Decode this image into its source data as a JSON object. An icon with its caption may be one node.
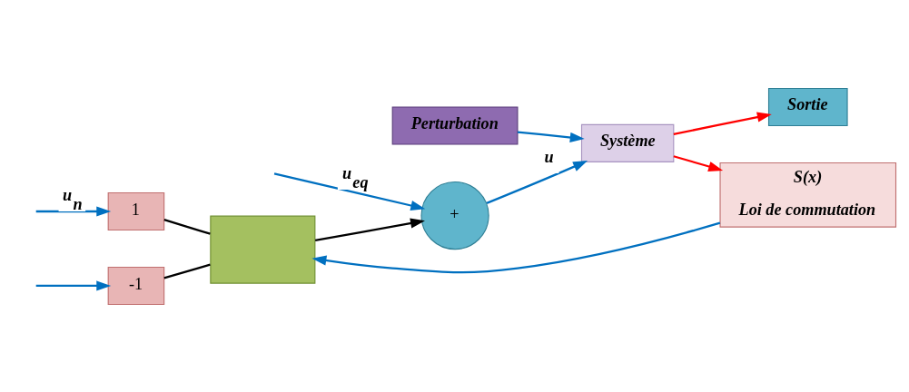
{
  "diagram": {
    "nodes": [
      {
        "text": [
          "Perturbation"
        ]
      },
      {
        "text": [
          "1"
        ]
      },
      {
        "text": [
          "-1"
        ]
      },
      {
        "text": [],
        "shape": "box"
      },
      {
        "text": [
          "+"
        ]
      },
      {
        "text": [
          "Système"
        ]
      },
      {
        "text": [
          "Sortie"
        ]
      },
      {
        "text": [
          "S(x)",
          "Loi de commutation"
        ]
      }
    ],
    "edges": [
      {
        "from": null,
        "to": 1,
        "arrow": "to",
        "label": "u$_{n}$"
      },
      {
        "from": null,
        "to": 2,
        "arrow": "to"
      },
      {
        "from": 1,
        "to": 3,
        "arrow": "none",
        "color": "#000000"
      },
      {
        "from": 2,
        "to": 3,
        "arrow": "none",
        "color": "#000000"
      },
      {
        "from": 3,
        "to": 4,
        "arrow": "to",
        "color": "#000000"
      },
      {
        "from": null,
        "to": 4,
        "arrow": "to",
        "label": "u$_{eq}$"
      },
      {
        "from": 4,
        "to": 5,
        "arrow": "to",
        "label": "u"
      },
      {
        "from": 0,
        "to": 5,
        "arrow": "to"
      },
      {
        "from": 5,
        "to": 6,
        "arrow": "to",
        "color": "#ff0000"
      },
      {
        "from": 5,
        "to": 7,
        "arrow": "to",
        "color": "#ff0000"
      },
      {
        "from": 7,
        "to": 3,
        "arrow": "to"
      }
    ]
  }
}
